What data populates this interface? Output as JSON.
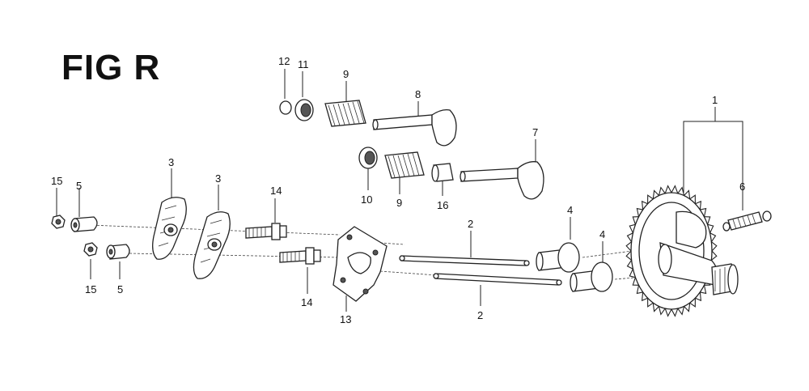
{
  "figure": {
    "title": "FIG R"
  },
  "parts": {
    "p1": "1",
    "p2a": "2",
    "p2b": "2",
    "p3a": "3",
    "p3b": "3",
    "p4a": "4",
    "p4b": "4",
    "p5a": "5",
    "p5b": "5",
    "p6": "6",
    "p7": "7",
    "p8": "8",
    "p9a": "9",
    "p9b": "9",
    "p10": "10",
    "p11": "11",
    "p12": "12",
    "p13": "13",
    "p14a": "14",
    "p14b": "14",
    "p15a": "15",
    "p15b": "15",
    "p16": "16"
  },
  "colors": {
    "ink": "#222222",
    "background": "#ffffff"
  }
}
